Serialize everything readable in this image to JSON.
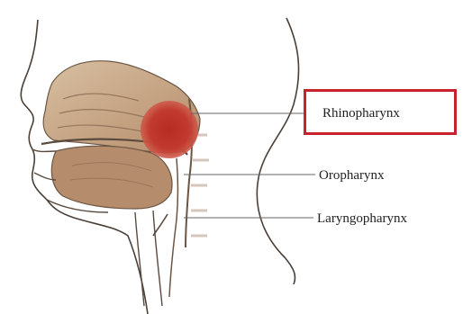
{
  "diagram": {
    "labels": {
      "rhinopharynx": "Rhinopharynx",
      "oropharynx": "Oropharynx",
      "laryngopharynx": "Laryngopharynx"
    },
    "highlighted_region": "rhinopharynx",
    "colors": {
      "highlight": "#c8232c",
      "region_fill": "#c0392b",
      "tissue": "#c9a988",
      "outline": "#5a4a3e"
    }
  }
}
